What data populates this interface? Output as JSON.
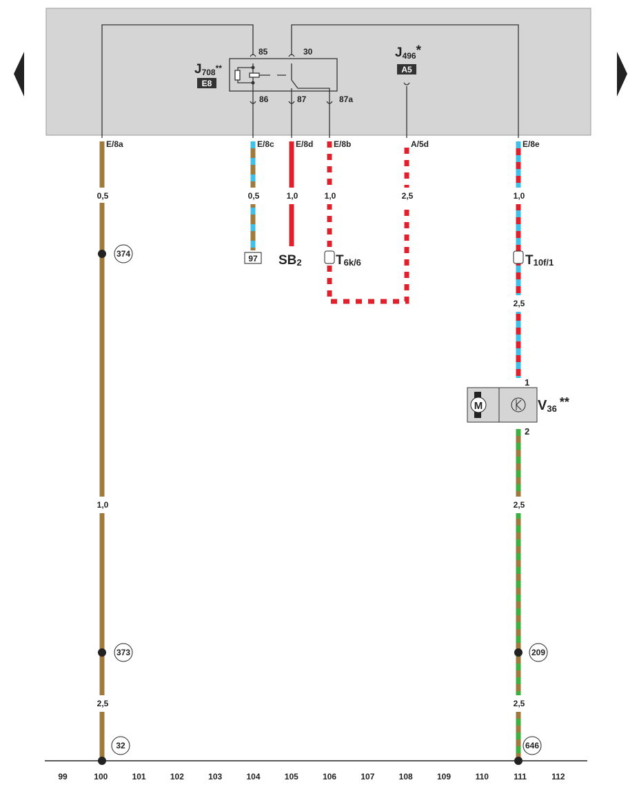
{
  "navigation": {
    "prev": "previous-page",
    "next": "next-page"
  },
  "components": {
    "relay": {
      "name": "J",
      "sub": "708",
      "mark": "**",
      "location": "E8",
      "pins": {
        "p85": "85",
        "p30": "30",
        "p86": "86",
        "p87": "87",
        "p87a": "87a"
      }
    },
    "control_unit": {
      "name": "J",
      "sub": "496",
      "mark": "*",
      "location": "A5"
    },
    "motor": {
      "name": "V",
      "sub": "36",
      "mark": "**",
      "motor_symbol": "M",
      "pin1": "1",
      "pin2": "2"
    },
    "fuse": {
      "name": "SB",
      "sub": "2"
    },
    "connector_t6k": {
      "name": "T",
      "sub": "6k/6"
    },
    "connector_t10f": {
      "name": "T",
      "sub": "10f/1"
    },
    "terminal_97": "97"
  },
  "connections": {
    "e8a": "E/8a",
    "e8c": "E/8c",
    "e8d": "E/8d",
    "e8b": "E/8b",
    "a5d": "A/5d",
    "e8e": "E/8e"
  },
  "wire_sizes": {
    "w100_top": "0,5",
    "w100_mid": "1,0",
    "w100_bot": "2,5",
    "w104": "0,5",
    "w105": "1,0",
    "w106": "1,0",
    "w108": "2,5",
    "w111_a": "1,0",
    "w111_b": "2,5",
    "w111_c": "2,5",
    "w111_d": "2,5"
  },
  "ground_points": {
    "g374": "374",
    "g373": "373",
    "g32": "32",
    "g209": "209",
    "g646": "646"
  },
  "track_numbers": [
    "99",
    "100",
    "101",
    "102",
    "103",
    "104",
    "105",
    "106",
    "107",
    "108",
    "109",
    "110",
    "111",
    "112"
  ],
  "colors": {
    "panel": "#d5d5d5",
    "brown": "#a07a3a",
    "blue": "#3ec0e8",
    "red": "#e0202a",
    "green": "#3db040",
    "white": "#ffffff"
  }
}
